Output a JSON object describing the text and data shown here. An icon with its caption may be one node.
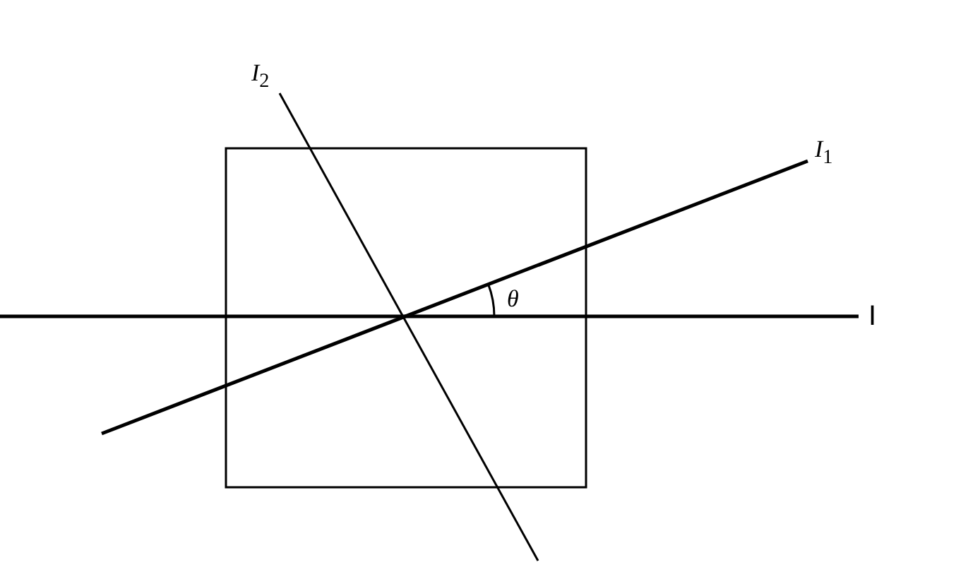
{
  "diagram": {
    "labels": [
      "*I*$_{2}$",
      "*I*$_{1}$",
      "θ",
      "I"
    ]
  }
}
